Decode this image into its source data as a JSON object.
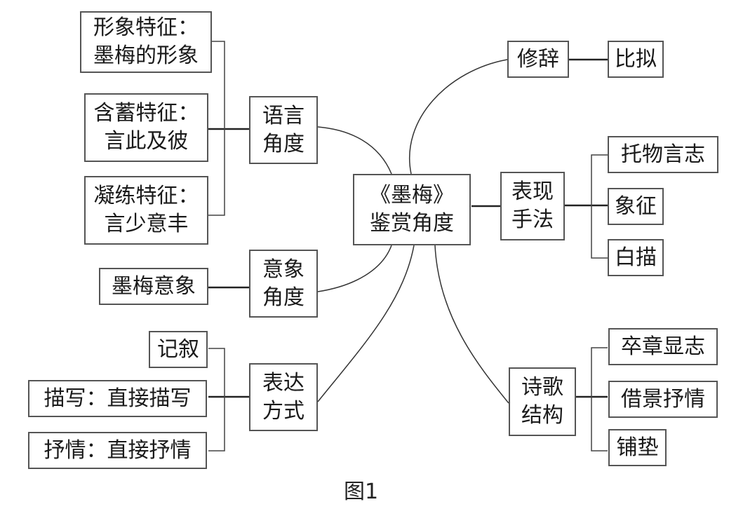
{
  "center": {
    "label": "《墨梅》\n鉴赏角度"
  },
  "branches": {
    "language": {
      "label": "语言\n角度",
      "children": [
        "形象特征：\n墨梅的形象",
        "含蓄特征：\n言此及彼",
        "凝练特征：\n言少意丰"
      ]
    },
    "imagery": {
      "label": "意象\n角度",
      "children": [
        "墨梅意象"
      ]
    },
    "expression": {
      "label": "表达\n方式",
      "children": [
        "记叙",
        "描写：直接描写",
        "抒情：直接抒情"
      ]
    },
    "rhetoric": {
      "label": "修辞",
      "children": [
        "比拟"
      ]
    },
    "technique": {
      "label": "表现\n手法",
      "children": [
        "托物言志",
        "象征",
        "白描"
      ]
    },
    "structure": {
      "label": "诗歌\n结构",
      "children": [
        "卒章显志",
        "借景抒情",
        "铺垫"
      ]
    }
  },
  "caption": "图1"
}
